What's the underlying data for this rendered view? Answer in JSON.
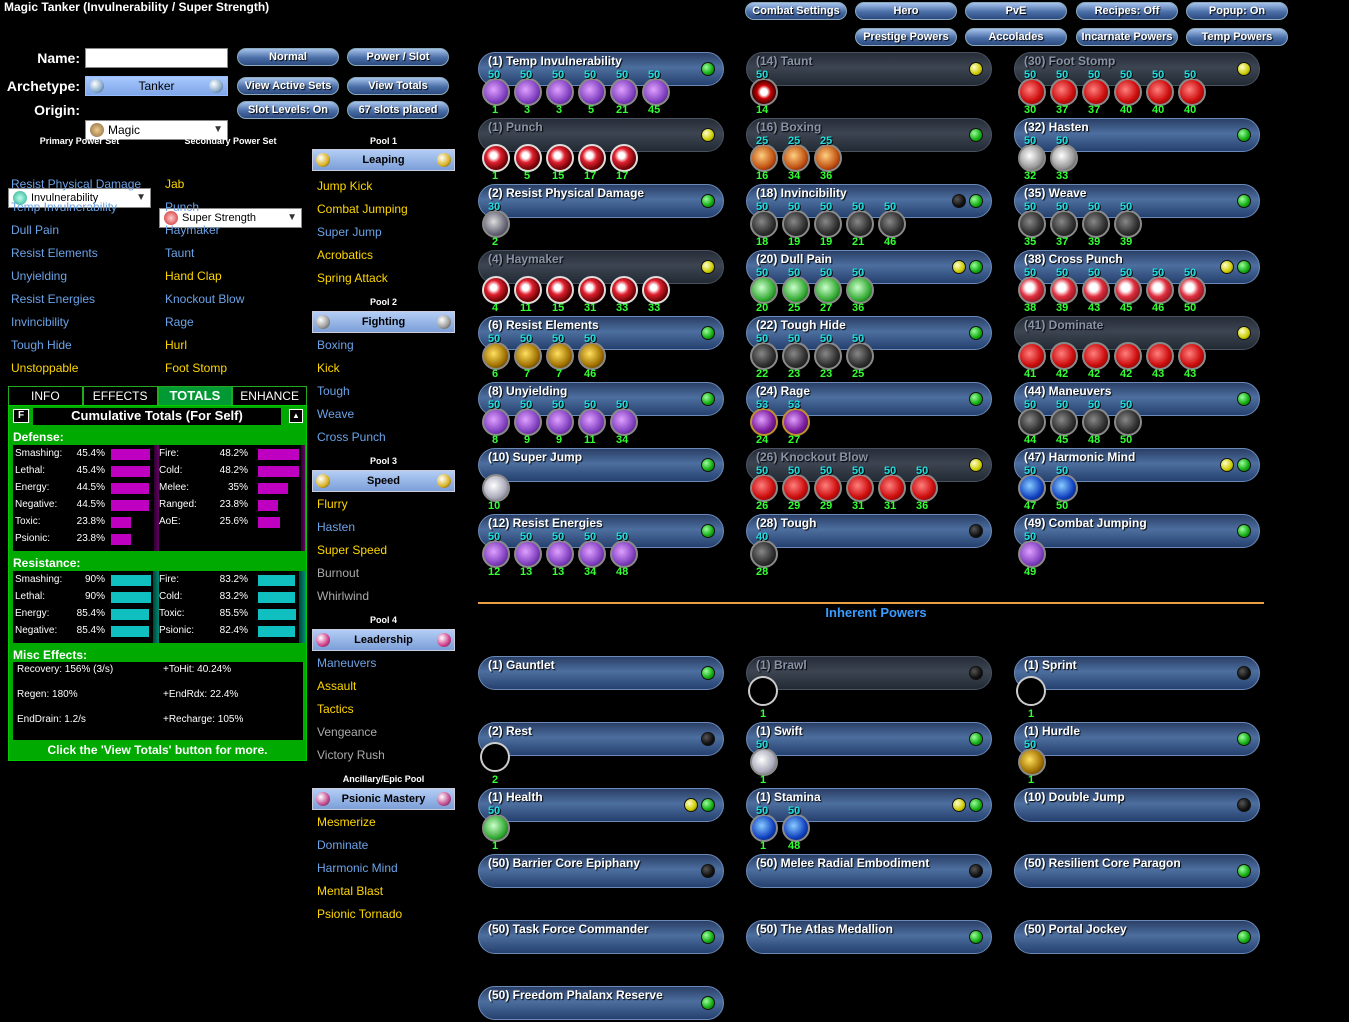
{
  "title": "Magic Tanker (Invulnerability / Super Strength)",
  "top_buttons": [
    "Combat Settings",
    "Hero",
    "PvE",
    "Recipes: Off",
    "Popup: On",
    "Prestige Powers",
    "Accolades",
    "Incarnate Powers",
    "Temp Powers"
  ],
  "form": {
    "name_label": "Name:",
    "name_value": "",
    "archetype_label": "Archetype:",
    "archetype_value": "Tanker",
    "origin_label": "Origin:",
    "origin_value": "Magic"
  },
  "mid_buttons": [
    "Normal",
    "Power / Slot",
    "View Active Sets",
    "View Totals",
    "Slot Levels: On",
    "67 slots placed"
  ],
  "primary": {
    "header": "Primary Power Set",
    "selected": "Invulnerability",
    "powers": [
      "Resist Physical Damage",
      "Temp Invulnerability",
      "Dull Pain",
      "Resist Elements",
      "Unyielding",
      "Resist Energies",
      "Invincibility",
      "Tough Hide",
      "Unstoppable"
    ]
  },
  "secondary": {
    "header": "Secondary Power Set",
    "selected": "Super Strength",
    "powers": [
      "Jab",
      "Punch",
      "Haymaker",
      "Taunt",
      "Hand Clap",
      "Knockout Blow",
      "Rage",
      "Hurl",
      "Foot Stomp"
    ]
  },
  "pools": [
    {
      "label": "Pool 1",
      "name": "Leaping",
      "powers": [
        "Jump Kick",
        "Combat Jumping",
        "Super Jump",
        "Acrobatics",
        "Spring Attack"
      ]
    },
    {
      "label": "Pool 2",
      "name": "Fighting",
      "powers": [
        "Boxing",
        "Kick",
        "Tough",
        "Weave",
        "Cross Punch"
      ]
    },
    {
      "label": "Pool 3",
      "name": "Speed",
      "powers": [
        "Flurry",
        "Hasten",
        "Super Speed",
        "Burnout",
        "Whirlwind"
      ]
    },
    {
      "label": "Pool 4",
      "name": "Leadership",
      "powers": [
        "Maneuvers",
        "Assault",
        "Tactics",
        "Vengeance",
        "Victory Rush"
      ]
    },
    {
      "label": "Ancillary/Epic Pool",
      "name": "Psionic Mastery",
      "powers": [
        "Mesmerize",
        "Dominate",
        "Harmonic Mind",
        "Mental Blast",
        "Psionic Tornado"
      ]
    }
  ],
  "tabs": [
    "INFO",
    "EFFECTS",
    "TOTALS",
    "ENHANCE"
  ],
  "totals": {
    "title": "Cumulative Totals (For Self)",
    "f_label": "F",
    "defense_label": "Defense:",
    "defense": [
      {
        "name": "Smashing:",
        "value": "45.4%",
        "pct": 0.908
      },
      {
        "name": "Lethal:",
        "value": "45.4%",
        "pct": 0.908
      },
      {
        "name": "Energy:",
        "value": "44.5%",
        "pct": 0.89
      },
      {
        "name": "Negative:",
        "value": "44.5%",
        "pct": 0.89
      },
      {
        "name": "Toxic:",
        "value": "23.8%",
        "pct": 0.476
      },
      {
        "name": "Psionic:",
        "value": "23.8%",
        "pct": 0.476
      },
      {
        "name": "Fire:",
        "value": "48.2%",
        "pct": 0.964
      },
      {
        "name": "Cold:",
        "value": "48.2%",
        "pct": 0.964
      },
      {
        "name": "Melee:",
        "value": "35%",
        "pct": 0.7
      },
      {
        "name": "Ranged:",
        "value": "23.8%",
        "pct": 0.476
      },
      {
        "name": "AoE:",
        "value": "25.6%",
        "pct": 0.512
      }
    ],
    "resistance_label": "Resistance:",
    "resistance": [
      {
        "name": "Smashing:",
        "value": "90%",
        "pct": 1.0
      },
      {
        "name": "Lethal:",
        "value": "90%",
        "pct": 1.0
      },
      {
        "name": "Energy:",
        "value": "85.4%",
        "pct": 0.949
      },
      {
        "name": "Negative:",
        "value": "85.4%",
        "pct": 0.949
      },
      {
        "name": "Fire:",
        "value": "83.2%",
        "pct": 0.924
      },
      {
        "name": "Cold:",
        "value": "83.2%",
        "pct": 0.924
      },
      {
        "name": "Toxic:",
        "value": "85.5%",
        "pct": 0.95
      },
      {
        "name": "Psionic:",
        "value": "82.4%",
        "pct": 0.916
      }
    ],
    "misc_label": "Misc Effects:",
    "misc": [
      "Recovery: 156% (3/s)",
      "+ToHit: 40.24%",
      "Regen: 180%",
      "+EndRdx: 22.4%",
      "EndDrain: 1.2/s",
      "+Recharge: 105%"
    ],
    "footer": "Click the 'View Totals' button for more."
  },
  "colors": {
    "defense_bar": "#c000c0",
    "resistance_bar": "#10c0c0",
    "panel_green": "#00a000",
    "secondary_yellow": "#ffd700",
    "primary_blue": "#6ba3e8"
  },
  "slots": [
    {
      "name": "(1) Temp Invulnerability",
      "dim": false,
      "dots": "g",
      "enh": [
        [
          "50",
          "1"
        ],
        [
          "50",
          "3"
        ],
        [
          "50",
          "3"
        ],
        [
          "50",
          "5"
        ],
        [
          "50",
          "21"
        ],
        [
          "50",
          "45"
        ]
      ],
      "col": "violet"
    },
    {
      "name": "(14) Taunt",
      "dim": true,
      "dots": "y",
      "enh": [
        [
          "50",
          "14"
        ]
      ],
      "col": "lips"
    },
    {
      "name": "(30) Foot Stomp",
      "dim": true,
      "dots": "y",
      "enh": [
        [
          "50",
          "30"
        ],
        [
          "50",
          "37"
        ],
        [
          "50",
          "37"
        ],
        [
          "50",
          "40"
        ],
        [
          "50",
          "40"
        ],
        [
          "50",
          "40"
        ]
      ],
      "col": "red"
    },
    {
      "name": "(1) Punch",
      "dim": true,
      "dots": "y",
      "enh": [
        [
          "",
          "1"
        ],
        [
          "",
          "5"
        ],
        [
          "",
          "15"
        ],
        [
          "",
          "17"
        ],
        [
          "",
          "17"
        ]
      ],
      "col": "redring"
    },
    {
      "name": "(16) Boxing",
      "dim": true,
      "dots": "g",
      "enh": [
        [
          "25",
          "16"
        ],
        [
          "25",
          "34"
        ],
        [
          "25",
          "36"
        ]
      ],
      "col": "orange"
    },
    {
      "name": "(32) Hasten",
      "dim": false,
      "dots": "g",
      "enh": [
        [
          "50",
          "32"
        ],
        [
          "50",
          "33"
        ]
      ],
      "col": "white"
    },
    {
      "name": "(2) Resist Physical Damage",
      "dim": false,
      "dots": "g",
      "enh": [
        [
          "30",
          "2"
        ]
      ],
      "col": "grey"
    },
    {
      "name": "(18) Invincibility",
      "dim": false,
      "dots": "kg",
      "enh": [
        [
          "50",
          "18"
        ],
        [
          "50",
          "19"
        ],
        [
          "50",
          "19"
        ],
        [
          "50",
          "21"
        ],
        [
          "50",
          "46"
        ]
      ],
      "col": "dark"
    },
    {
      "name": "(35) Weave",
      "dim": false,
      "dots": "g",
      "enh": [
        [
          "50",
          "35"
        ],
        [
          "50",
          "37"
        ],
        [
          "50",
          "39"
        ],
        [
          "50",
          "39"
        ]
      ],
      "col": "dark"
    },
    {
      "name": "(4) Haymaker",
      "dim": true,
      "dots": "y",
      "enh": [
        [
          "",
          "4"
        ],
        [
          "",
          "11"
        ],
        [
          "",
          "15"
        ],
        [
          "",
          "31"
        ],
        [
          "",
          "33"
        ],
        [
          "",
          "33"
        ]
      ],
      "col": "redring"
    },
    {
      "name": "(20) Dull Pain",
      "dim": false,
      "dots": "yg",
      "enh": [
        [
          "50",
          "20"
        ],
        [
          "50",
          "25"
        ],
        [
          "50",
          "27"
        ],
        [
          "50",
          "36"
        ]
      ],
      "col": "green"
    },
    {
      "name": "(38) Cross Punch",
      "dim": false,
      "dots": "yg",
      "enh": [
        [
          "50",
          "38"
        ],
        [
          "50",
          "39"
        ],
        [
          "50",
          "43"
        ],
        [
          "50",
          "45"
        ],
        [
          "50",
          "46"
        ],
        [
          "50",
          "50"
        ]
      ],
      "col": "redwhite"
    },
    {
      "name": "(6) Resist Elements",
      "dim": false,
      "dots": "g",
      "enh": [
        [
          "50",
          "6"
        ],
        [
          "50",
          "7"
        ],
        [
          "50",
          "7"
        ],
        [
          "50",
          "46"
        ]
      ],
      "col": "gold"
    },
    {
      "name": "(22) Tough Hide",
      "dim": false,
      "dots": "g",
      "enh": [
        [
          "50",
          "22"
        ],
        [
          "50",
          "23"
        ],
        [
          "50",
          "23"
        ],
        [
          "50",
          "25"
        ]
      ],
      "col": "dark"
    },
    {
      "name": "(41) Dominate",
      "dim": true,
      "dots": "y",
      "enh": [
        [
          "",
          "41"
        ],
        [
          "",
          "42"
        ],
        [
          "",
          "42"
        ],
        [
          "",
          "42"
        ],
        [
          "",
          "43"
        ],
        [
          "",
          "43"
        ]
      ],
      "col": "red"
    },
    {
      "name": "(8) Unyielding",
      "dim": false,
      "dots": "g",
      "enh": [
        [
          "50",
          "8"
        ],
        [
          "50",
          "9"
        ],
        [
          "50",
          "9"
        ],
        [
          "50",
          "11"
        ],
        [
          "50",
          "34"
        ]
      ],
      "col": "violet"
    },
    {
      "name": "(24) Rage",
      "dim": false,
      "dots": "g",
      "enh": [
        [
          "53",
          "24"
        ],
        [
          "53",
          "27"
        ]
      ],
      "col": "purplegold"
    },
    {
      "name": "(44) Maneuvers",
      "dim": false,
      "dots": "g",
      "enh": [
        [
          "50",
          "44"
        ],
        [
          "50",
          "45"
        ],
        [
          "50",
          "48"
        ],
        [
          "50",
          "50"
        ]
      ],
      "col": "dark"
    },
    {
      "name": "(10) Super Jump",
      "dim": false,
      "dots": "g",
      "enh": [
        [
          "",
          "10"
        ]
      ],
      "col": "silver"
    },
    {
      "name": "(26) Knockout Blow",
      "dim": true,
      "dots": "y",
      "enh": [
        [
          "50",
          "26"
        ],
        [
          "50",
          "29"
        ],
        [
          "50",
          "29"
        ],
        [
          "50",
          "31"
        ],
        [
          "50",
          "31"
        ],
        [
          "50",
          "36"
        ]
      ],
      "col": "red"
    },
    {
      "name": "(47) Harmonic Mind",
      "dim": false,
      "dots": "yg",
      "enh": [
        [
          "50",
          "47"
        ],
        [
          "50",
          "50"
        ]
      ],
      "col": "bluegreen"
    },
    {
      "name": "(12) Resist Energies",
      "dim": false,
      "dots": "g",
      "enh": [
        [
          "50",
          "12"
        ],
        [
          "50",
          "13"
        ],
        [
          "50",
          "13"
        ],
        [
          "50",
          "34"
        ],
        [
          "50",
          "48"
        ]
      ],
      "col": "violet"
    },
    {
      "name": "(28) Tough",
      "dim": false,
      "dots": "k",
      "enh": [
        [
          "40",
          "28"
        ]
      ],
      "col": "dark"
    },
    {
      "name": "(49) Combat Jumping",
      "dim": false,
      "dots": "g",
      "enh": [
        [
          "50",
          "49"
        ]
      ],
      "col": "violet"
    }
  ],
  "inherent_title": "Inherent Powers",
  "inherent": [
    {
      "name": "(1) Gauntlet",
      "dim": false,
      "dots": "g",
      "enh": [],
      "ring": false
    },
    {
      "name": "(1) Brawl",
      "dim": true,
      "dots": "k",
      "enh": [],
      "ring": "1"
    },
    {
      "name": "(1) Sprint",
      "dim": false,
      "dots": "k",
      "enh": [],
      "ring": "1"
    },
    {
      "name": "(2) Rest",
      "dim": false,
      "dots": "k",
      "enh": [],
      "ring": "2"
    },
    {
      "name": "(1) Swift",
      "dim": false,
      "dots": "g",
      "enh": [
        [
          "50",
          "1"
        ]
      ],
      "ring": false,
      "col": "silver"
    },
    {
      "name": "(1) Hurdle",
      "dim": false,
      "dots": "g",
      "enh": [
        [
          "50",
          "1"
        ]
      ],
      "ring": false,
      "col": "gold"
    },
    {
      "name": "(1) Health",
      "dim": false,
      "dots": "yg",
      "enh": [
        [
          "50",
          "1"
        ]
      ],
      "ring": false,
      "col": "green"
    },
    {
      "name": "(1) Stamina",
      "dim": false,
      "dots": "yg",
      "enh": [
        [
          "50",
          "1"
        ],
        [
          "50",
          "48"
        ]
      ],
      "ring": false,
      "col": "bluegreen"
    },
    {
      "name": "(10) Double Jump",
      "dim": false,
      "dots": "k",
      "enh": [],
      "ring": false
    },
    {
      "name": "(50) Barrier Core Epiphany",
      "dim": false,
      "dots": "k",
      "enh": [],
      "ring": false
    },
    {
      "name": "(50) Melee Radial Embodiment",
      "dim": false,
      "dots": "k",
      "enh": [],
      "ring": false
    },
    {
      "name": "(50) Resilient Core Paragon",
      "dim": false,
      "dots": "g",
      "enh": [],
      "ring": false
    },
    {
      "name": "(50) Task Force Commander",
      "dim": false,
      "dots": "g",
      "enh": [],
      "ring": false
    },
    {
      "name": "(50) The Atlas Medallion",
      "dim": false,
      "dots": "g",
      "enh": [],
      "ring": false
    },
    {
      "name": "(50) Portal Jockey",
      "dim": false,
      "dots": "g",
      "enh": [],
      "ring": false
    },
    {
      "name": "(50) Freedom Phalanx Reserve",
      "dim": false,
      "dots": "g",
      "enh": [],
      "ring": false
    }
  ]
}
